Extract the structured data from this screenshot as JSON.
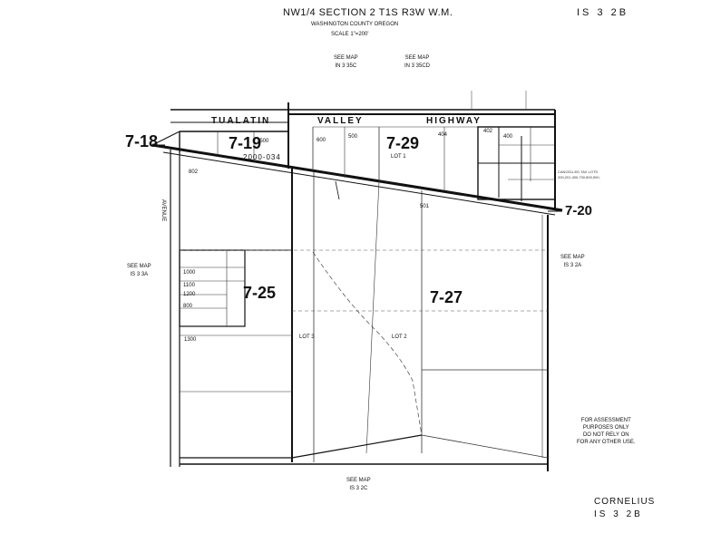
{
  "header": {
    "title": "NW1/4 SECTION 2  T1S R3W W.M.",
    "county": "WASHINGTON COUNTY OREGON",
    "scale": "SCALE   1\"=200'",
    "map_id_top": "IS  3  2B"
  },
  "see_maps": {
    "top_left": [
      "SEE MAP",
      "IN  3  35C"
    ],
    "top_right": [
      "SEE MAP",
      "IN  3  35CD"
    ],
    "left": [
      "SEE MAP",
      "IS  3  3A"
    ],
    "right": [
      "SEE MAP",
      "IS  3  2A"
    ],
    "bottom": [
      "SEE MAP",
      "IS  3  2C"
    ]
  },
  "road": {
    "word1": "TUALATIN",
    "word2": "VALLEY",
    "word3": "HIGHWAY",
    "avenue": "AVENUE"
  },
  "map_numbers": {
    "n718": "7-18",
    "n719": "7-19",
    "n729": "7-29",
    "n720": "7-20",
    "n725": "7-25",
    "n727": "7-27",
    "stamp": "2000-034"
  },
  "parcels": {
    "p802": "802",
    "p500": "500",
    "p600": "600",
    "p1500": "1500",
    "p501": "501",
    "p404": "404",
    "p402": "402",
    "p400": "400",
    "p1300": "1300",
    "p800": "800",
    "p1000": "1000",
    "p1100": "1100",
    "p1200": "1200",
    "lot1": "LOT 1",
    "lot2": "LOT 2",
    "lot3": "LOT 3",
    "cancelled": [
      "CANCELLED TAX LOTS",
      "200,201,400,700,800,900,"
    ]
  },
  "notes": {
    "assessment": [
      "FOR ASSESSMENT",
      "PURPOSES ONLY",
      "DO NOT RELY ON",
      "FOR ANY OTHER USE."
    ]
  },
  "footer": {
    "city": "CORNELIUS",
    "map_id": "IS  3  2B"
  }
}
